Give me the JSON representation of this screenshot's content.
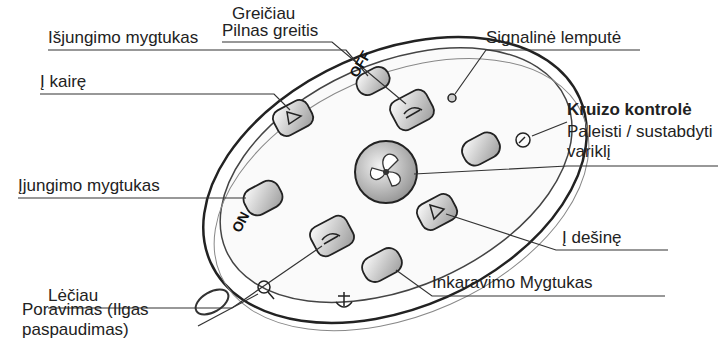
{
  "diagram": {
    "labels": [
      "Greičiau",
      "Pilnas greitis",
      "Išjungimo mygtukas",
      "Signalinė lemputė",
      "Į kairę",
      "Kruizo kontrolė",
      "Paleisti / sustabdyti variklį",
      "Įjungimo mygtukas",
      "Į dešinę",
      "Lėčiau",
      "Inkaravimo Mygtukas",
      "Poravimas (Ilgas paspaudimas)",
      "OFF",
      "ON"
    ]
  }
}
